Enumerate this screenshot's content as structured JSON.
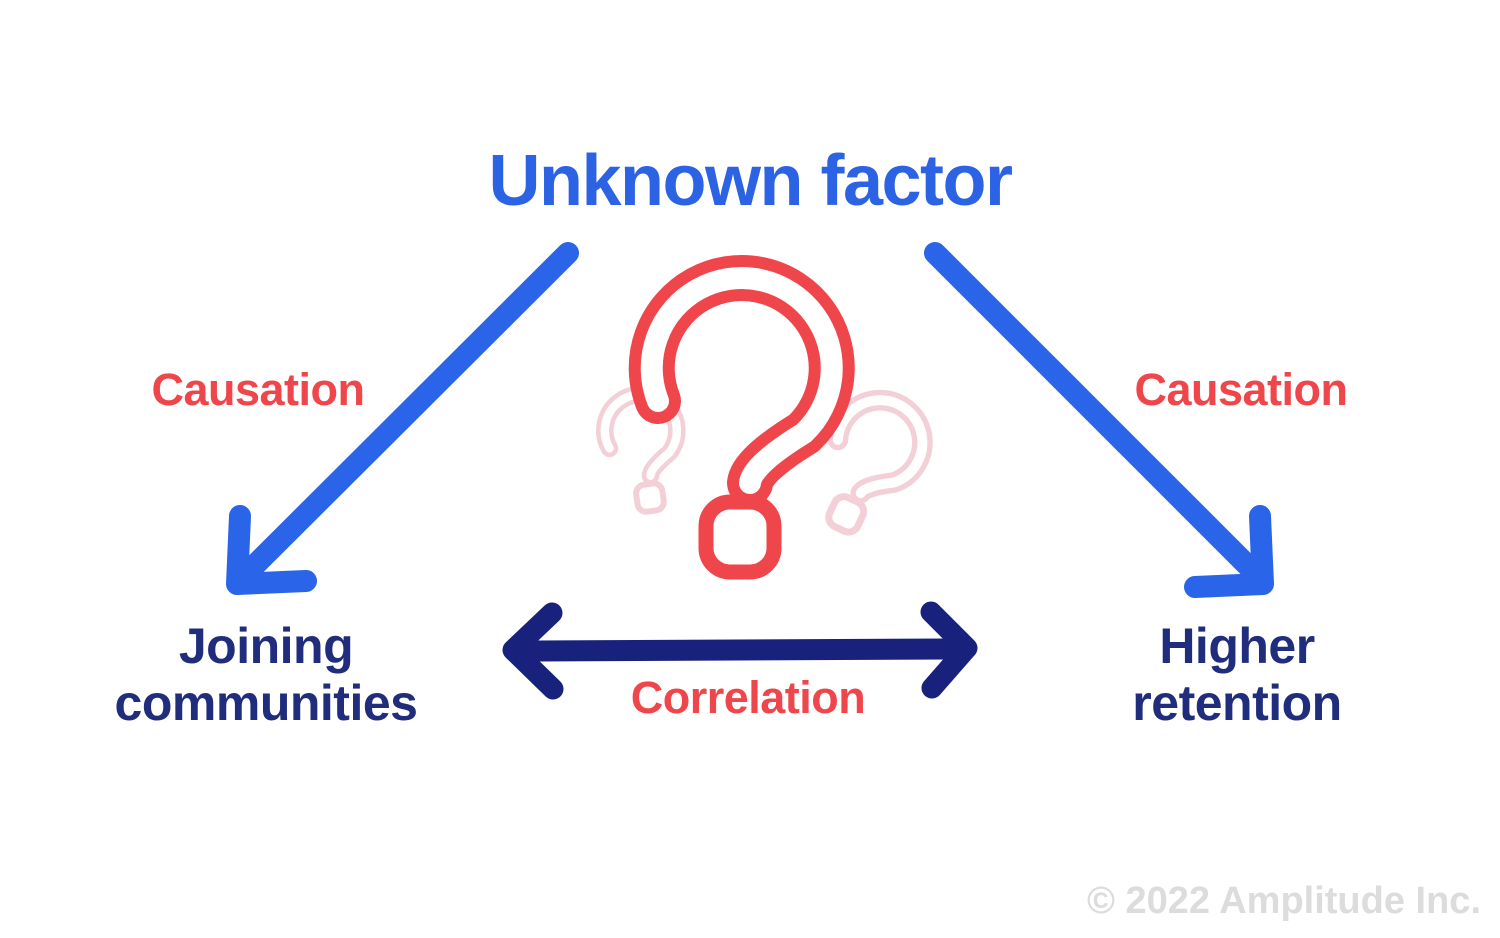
{
  "diagram": {
    "title": "Unknown factor",
    "causation_left": "Causation",
    "causation_right": "Causation",
    "correlation": "Correlation",
    "node_left": {
      "line1": "Joining",
      "line2": "communities"
    },
    "node_right": {
      "line1": "Higher",
      "line2": "retention"
    },
    "icons": {
      "center": "question-mark-icon"
    },
    "colors": {
      "arrow_blue": "#2a64e8",
      "title_blue": "#2b63e4",
      "navy_text": "#202c7c",
      "navy_arrow": "#18217c",
      "accent_red": "#ef464b",
      "faded_pink": "#f3d0d8",
      "copyright_gray": "#dcdcdc",
      "background": "#ffffff"
    }
  },
  "footer": {
    "copyright": "© 2022 Amplitude Inc."
  }
}
